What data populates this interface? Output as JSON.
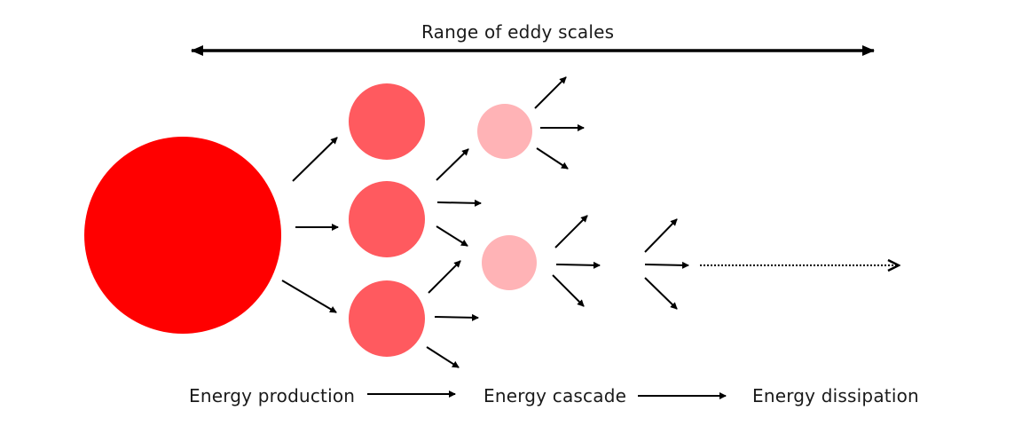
{
  "diagram": {
    "title": "Range of eddy scales",
    "stages": [
      {
        "label": "Energy production"
      },
      {
        "label": "Energy cascade"
      },
      {
        "label": "Energy dissipation"
      }
    ],
    "colors": {
      "large_eddy": "#ff0000",
      "medium_eddy": "#ff5a5f",
      "small_eddy": "#ffb3b6",
      "arrows": "#000000",
      "text": "#1a1a1a"
    }
  }
}
